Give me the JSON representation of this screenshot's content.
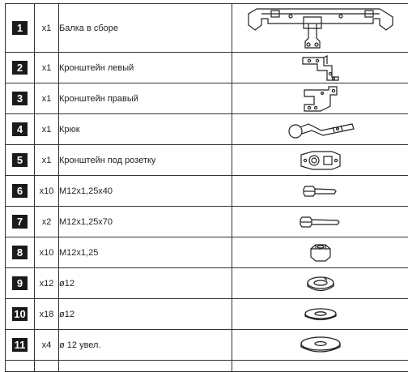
{
  "rows": [
    {
      "num": "1",
      "qty": "x1",
      "name": "Балка в сборе",
      "icon": "tow-beam-assembly-icon"
    },
    {
      "num": "2",
      "qty": "x1",
      "name": "Кронштейн левый",
      "icon": "left-bracket-icon"
    },
    {
      "num": "3",
      "qty": "x1",
      "name": "Кронштейн правый",
      "icon": "right-bracket-icon"
    },
    {
      "num": "4",
      "qty": "x1",
      "name": "Крюк",
      "icon": "tow-hook-icon"
    },
    {
      "num": "5",
      "qty": "x1",
      "name": "Кронштейн под розетку",
      "icon": "socket-bracket-icon"
    },
    {
      "num": "6",
      "qty": "x10",
      "name": "M12x1,25x40",
      "icon": "bolt-short-icon"
    },
    {
      "num": "7",
      "qty": "x2",
      "name": "M12x1,25x70",
      "icon": "bolt-long-icon"
    },
    {
      "num": "8",
      "qty": "x10",
      "name": "M12x1,25",
      "icon": "nut-icon"
    },
    {
      "num": "9",
      "qty": "x12",
      "name": "ø12",
      "icon": "spring-washer-icon"
    },
    {
      "num": "10",
      "qty": "x18",
      "name": "ø12",
      "icon": "flat-washer-icon"
    },
    {
      "num": "11",
      "qty": "x4",
      "name": "ø 12 увел.",
      "icon": "large-washer-icon"
    }
  ]
}
